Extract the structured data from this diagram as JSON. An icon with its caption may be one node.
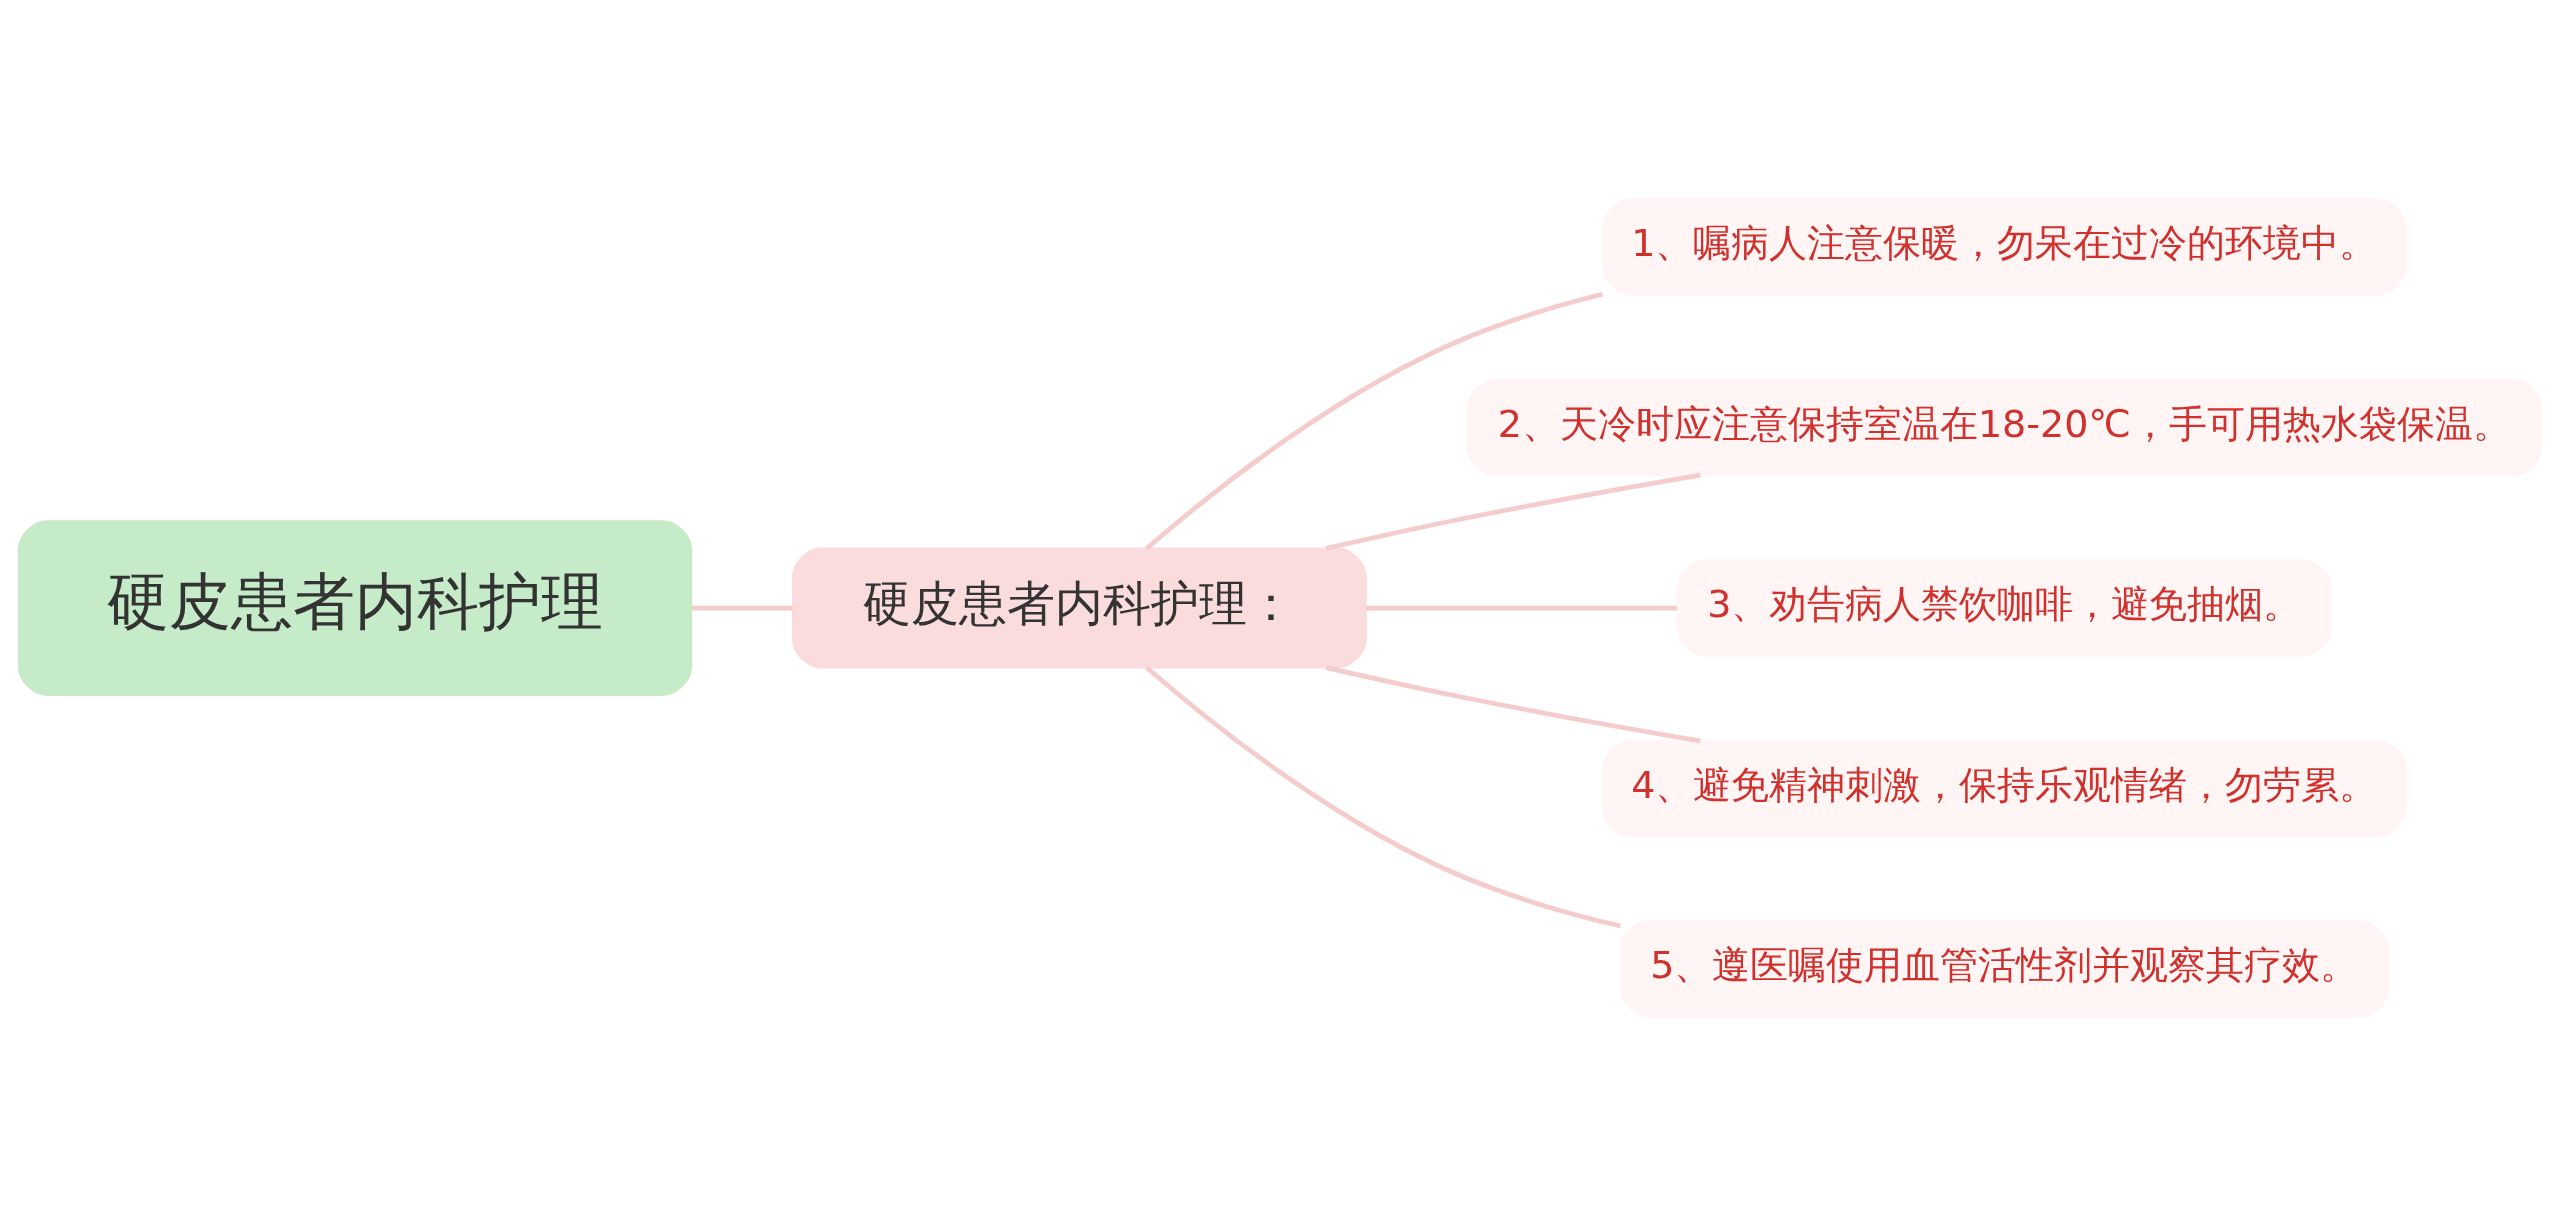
{
  "diagram": {
    "nodes": [
      {
        "text": [
          "硬皮患者内科护理"
        ]
      },
      {
        "text": [
          "硬皮患者内科护理："
        ]
      },
      {
        "text": [
          "1、嘱病人注意保暖，勿呆在过冷的环境中。"
        ]
      },
      {
        "text": [
          "2、天冷时应注意保持室温在18-20℃，手可用热水袋保温。"
        ]
      },
      {
        "text": [
          "3、劝告病人禁饮咖啡，避免抽烟。"
        ]
      },
      {
        "text": [
          "4、避免精神刺激，保持乐观情绪，勿劳累。"
        ]
      },
      {
        "text": [
          "5、遵医嘱使用血管活性剂并观察其疗效。"
        ]
      }
    ],
    "edges": [
      {
        "from": 0,
        "to": 1,
        "arrow": "none"
      },
      {
        "from": 1,
        "to": 2,
        "arrow": "none"
      },
      {
        "from": 1,
        "to": 3,
        "arrow": "none"
      },
      {
        "from": 1,
        "to": 4,
        "arrow": "none"
      },
      {
        "from": 1,
        "to": 5,
        "arrow": "none"
      },
      {
        "from": 1,
        "to": 6,
        "arrow": "none"
      }
    ]
  }
}
